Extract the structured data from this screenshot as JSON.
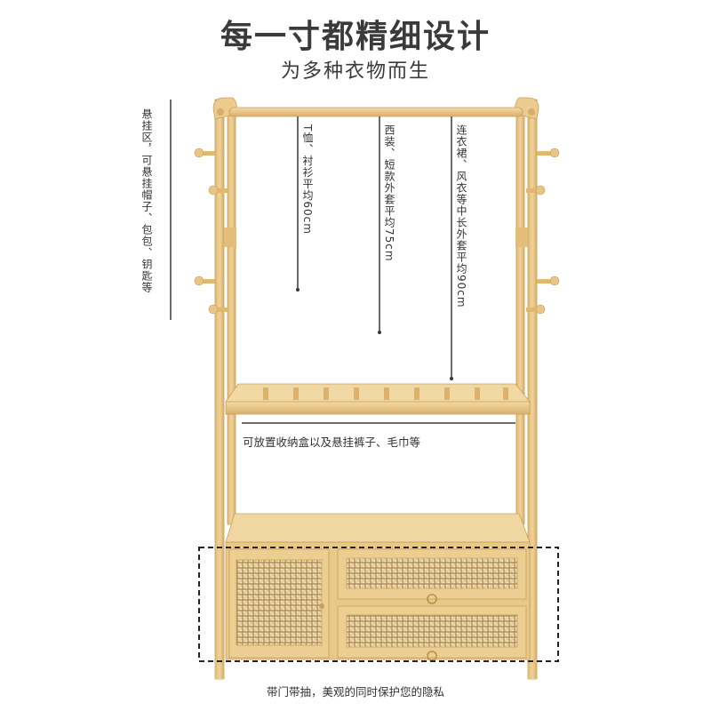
{
  "header": {
    "title": "每一寸都精细设计",
    "subtitle": "为多种衣物而生"
  },
  "annotations": {
    "hanging_area": "悬挂区，可悬挂帽子、包包、钥匙等",
    "tshirt_shirt": "T恤、衬衫平均60cm",
    "suit_coat": "西装、短款外套平均75cm",
    "dress_coat": "连衣裙、风衣等中长外套平均90cm",
    "shelf": "可放置收纳盒以及悬挂裤子、毛巾等",
    "cabinet": "带门带抽，美观的同时保护您的隐私"
  },
  "colors": {
    "wood": "#e9c88a",
    "wood_dark": "#c9a05c",
    "rattan": "#d8b98a",
    "line": "#3a3a3a"
  }
}
